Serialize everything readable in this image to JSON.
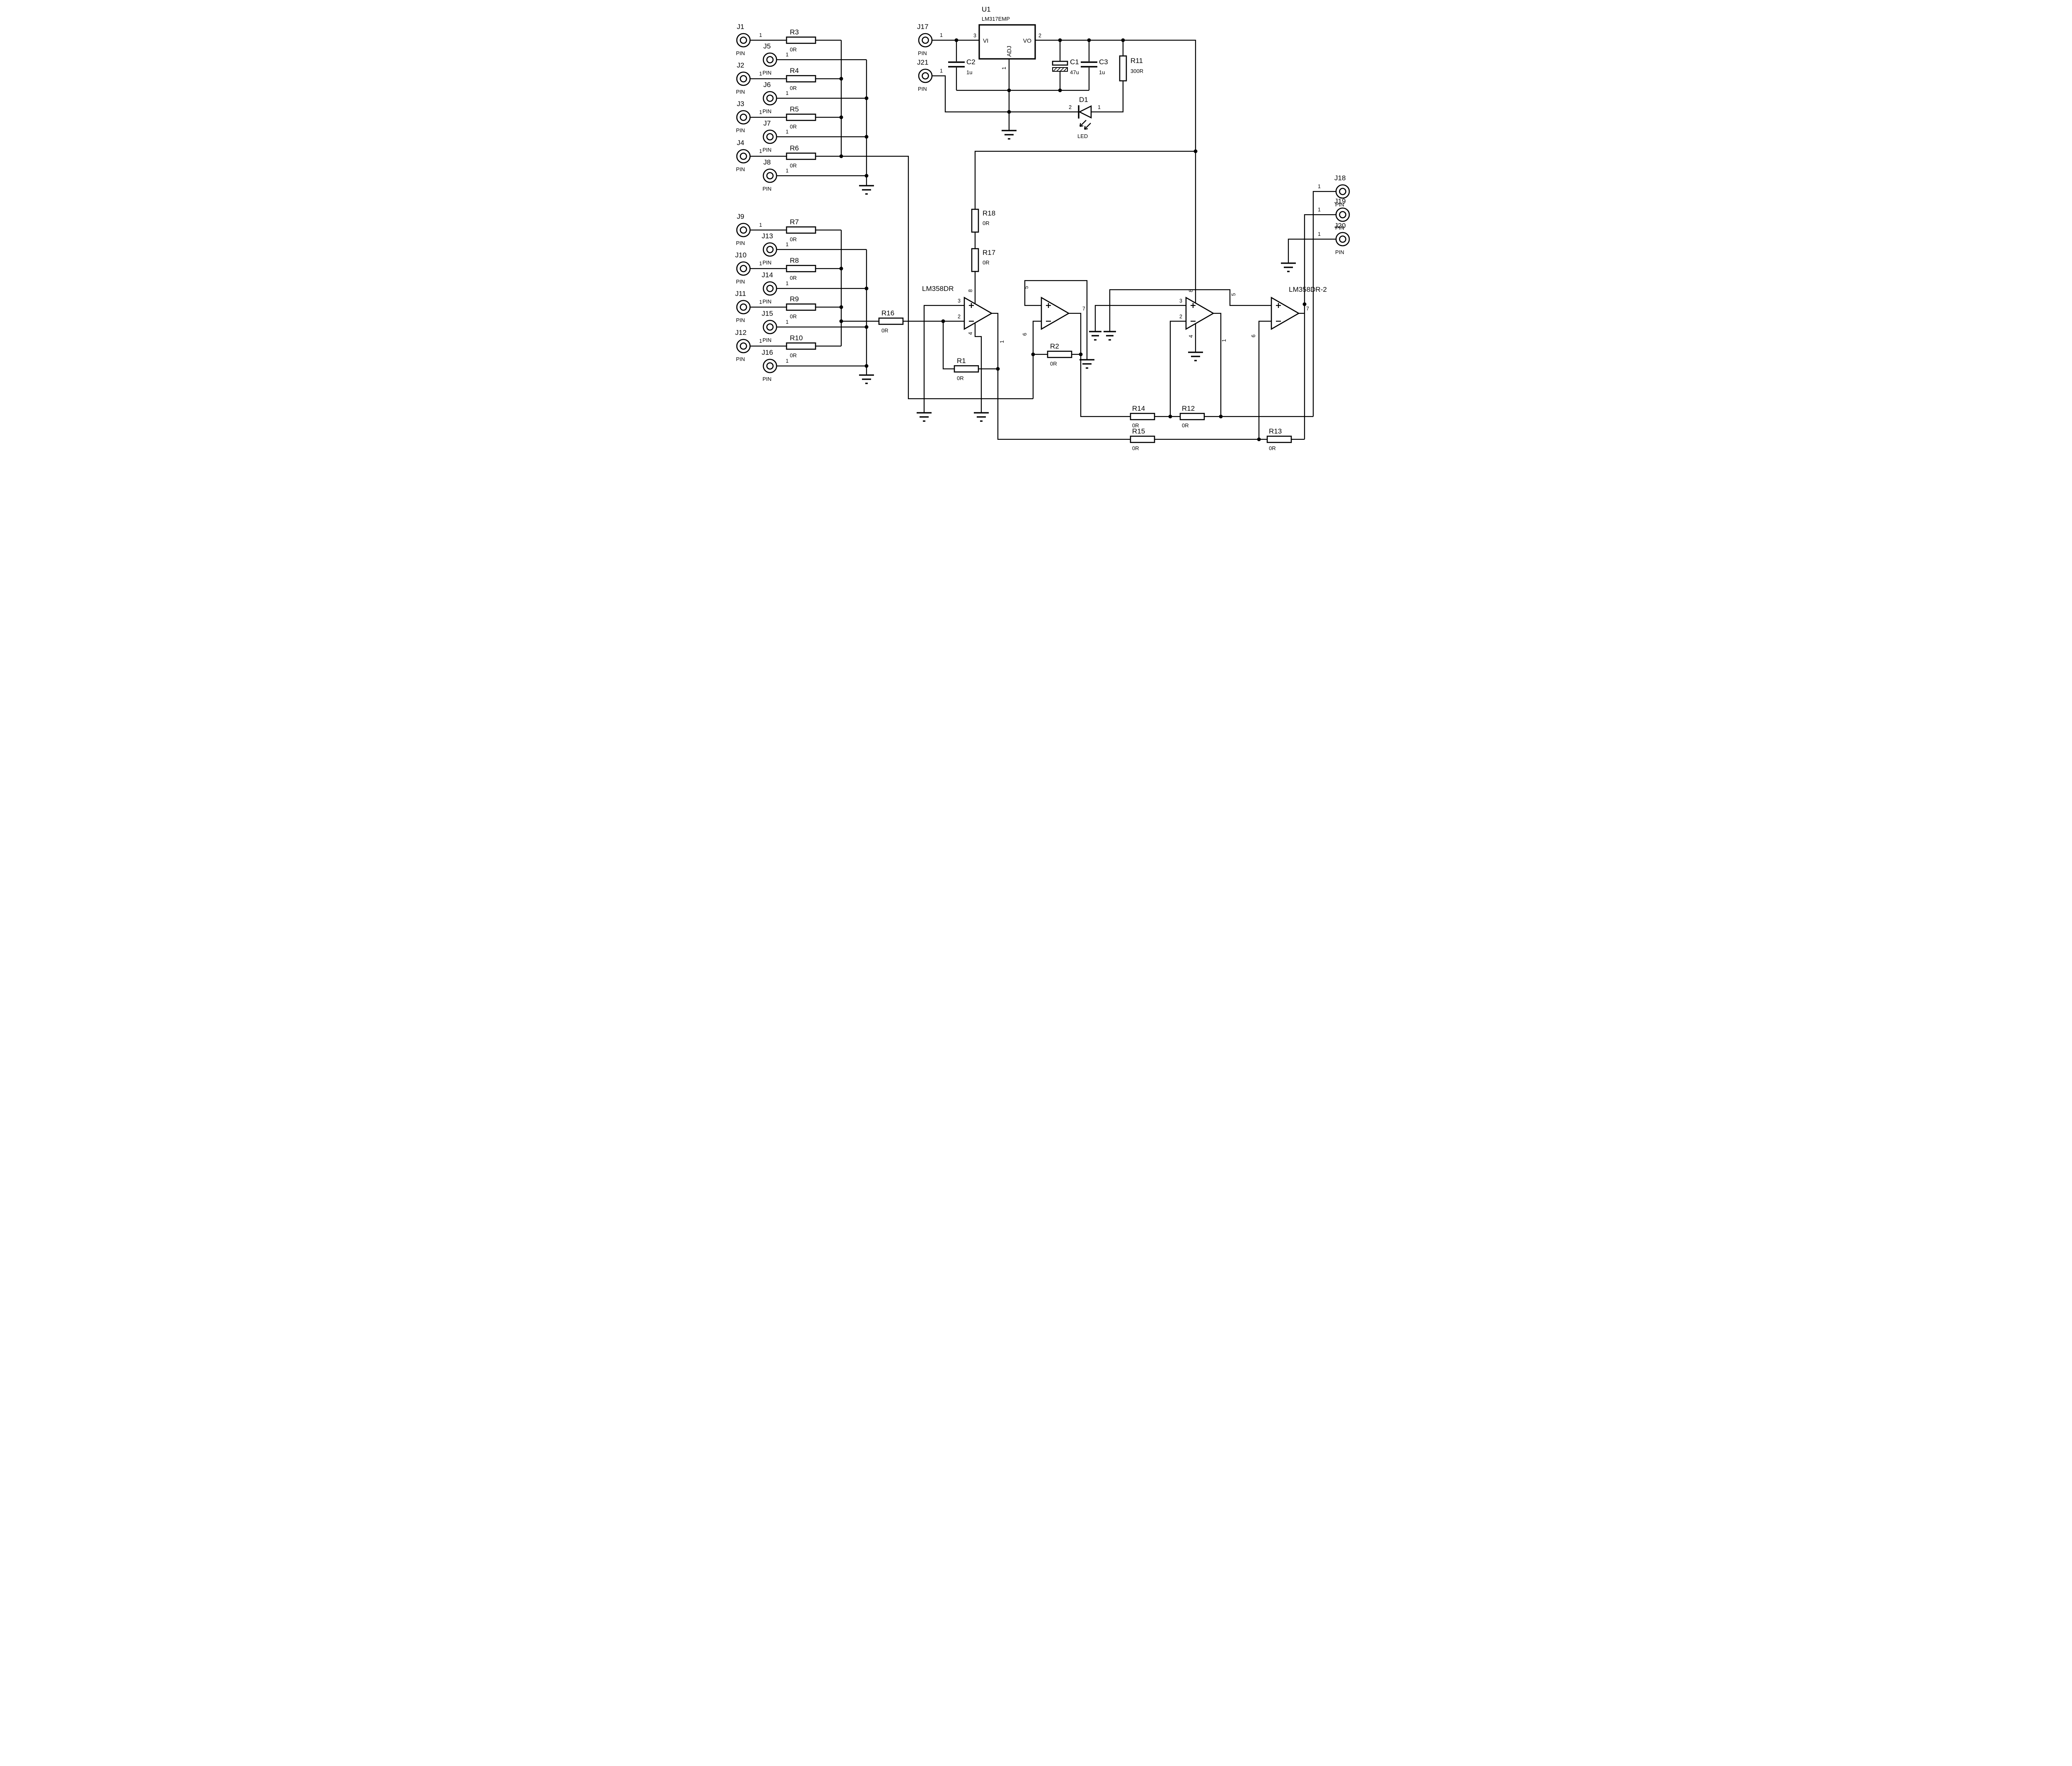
{
  "components": {
    "connectors": {
      "J1": {
        "ref": "J1",
        "type": "PIN",
        "pin": "1"
      },
      "J2": {
        "ref": "J2",
        "type": "PIN",
        "pin": "1"
      },
      "J3": {
        "ref": "J3",
        "type": "PIN",
        "pin": "1"
      },
      "J4": {
        "ref": "J4",
        "type": "PIN",
        "pin": "1"
      },
      "J5": {
        "ref": "J5",
        "type": "PIN",
        "pin": "1"
      },
      "J6": {
        "ref": "J6",
        "type": "PIN",
        "pin": "1"
      },
      "J7": {
        "ref": "J7",
        "type": "PIN",
        "pin": "1"
      },
      "J8": {
        "ref": "J8",
        "type": "PIN",
        "pin": "1"
      },
      "J9": {
        "ref": "J9",
        "type": "PIN",
        "pin": "1"
      },
      "J10": {
        "ref": "J10",
        "type": "PIN",
        "pin": "1"
      },
      "J11": {
        "ref": "J11",
        "type": "PIN",
        "pin": "1"
      },
      "J12": {
        "ref": "J12",
        "type": "PIN",
        "pin": "1"
      },
      "J13": {
        "ref": "J13",
        "type": "PIN",
        "pin": "1"
      },
      "J14": {
        "ref": "J14",
        "type": "PIN",
        "pin": "1"
      },
      "J15": {
        "ref": "J15",
        "type": "PIN",
        "pin": "1"
      },
      "J16": {
        "ref": "J16",
        "type": "PIN",
        "pin": "1"
      },
      "J17": {
        "ref": "J17",
        "type": "PIN",
        "pin": "1"
      },
      "J18": {
        "ref": "J18",
        "type": "PIN",
        "pin": "1"
      },
      "J19": {
        "ref": "J19",
        "type": "PIN",
        "pin": "1"
      },
      "J20": {
        "ref": "J20",
        "type": "PIN",
        "pin": "1"
      },
      "J21": {
        "ref": "J21",
        "type": "PIN",
        "pin": "1"
      }
    },
    "resistors": {
      "R1": {
        "ref": "R1",
        "value": "0R"
      },
      "R2": {
        "ref": "R2",
        "value": "0R"
      },
      "R3": {
        "ref": "R3",
        "value": "0R"
      },
      "R4": {
        "ref": "R4",
        "value": "0R"
      },
      "R5": {
        "ref": "R5",
        "value": "0R"
      },
      "R6": {
        "ref": "R6",
        "value": "0R"
      },
      "R7": {
        "ref": "R7",
        "value": "0R"
      },
      "R8": {
        "ref": "R8",
        "value": "0R"
      },
      "R9": {
        "ref": "R9",
        "value": "0R"
      },
      "R10": {
        "ref": "R10",
        "value": "0R"
      },
      "R11": {
        "ref": "R11",
        "value": "300R"
      },
      "R12": {
        "ref": "R12",
        "value": "0R"
      },
      "R13": {
        "ref": "R13",
        "value": "0R"
      },
      "R14": {
        "ref": "R14",
        "value": "0R"
      },
      "R15": {
        "ref": "R15",
        "value": "0R"
      },
      "R16": {
        "ref": "R16",
        "value": "0R"
      },
      "R17": {
        "ref": "R17",
        "value": "0R"
      },
      "R18": {
        "ref": "R18",
        "value": "0R"
      }
    },
    "capacitors": {
      "C1": {
        "ref": "C1",
        "value": "47u"
      },
      "C2": {
        "ref": "C2",
        "value": "1u"
      },
      "C3": {
        "ref": "C3",
        "value": "1u"
      }
    },
    "regulator": {
      "ref": "U1",
      "value": "LM317EMP",
      "pin_vi": "VI",
      "pin_vo": "VO",
      "pin_adj": "ADJ",
      "num_vi": "3",
      "num_vo": "2",
      "num_adj": "1"
    },
    "diode": {
      "ref": "D1",
      "value": "LED",
      "pin_cathode": "2",
      "pin_anode": "1"
    },
    "opamps": {
      "chip1_label": "LM358DR",
      "chip2_label": "LM358DR-2",
      "a1": {
        "inp": "3",
        "inn": "2",
        "vcc": "8",
        "vee": "4",
        "out": "1"
      },
      "a2": {
        "inp": "5",
        "inn": "6",
        "out": "7"
      },
      "a3": {
        "inp": "3",
        "inn": "2",
        "vcc": "8",
        "vee": "4",
        "out": "1"
      },
      "a4": {
        "inp": "5",
        "inn": "6",
        "out": "7"
      }
    }
  }
}
